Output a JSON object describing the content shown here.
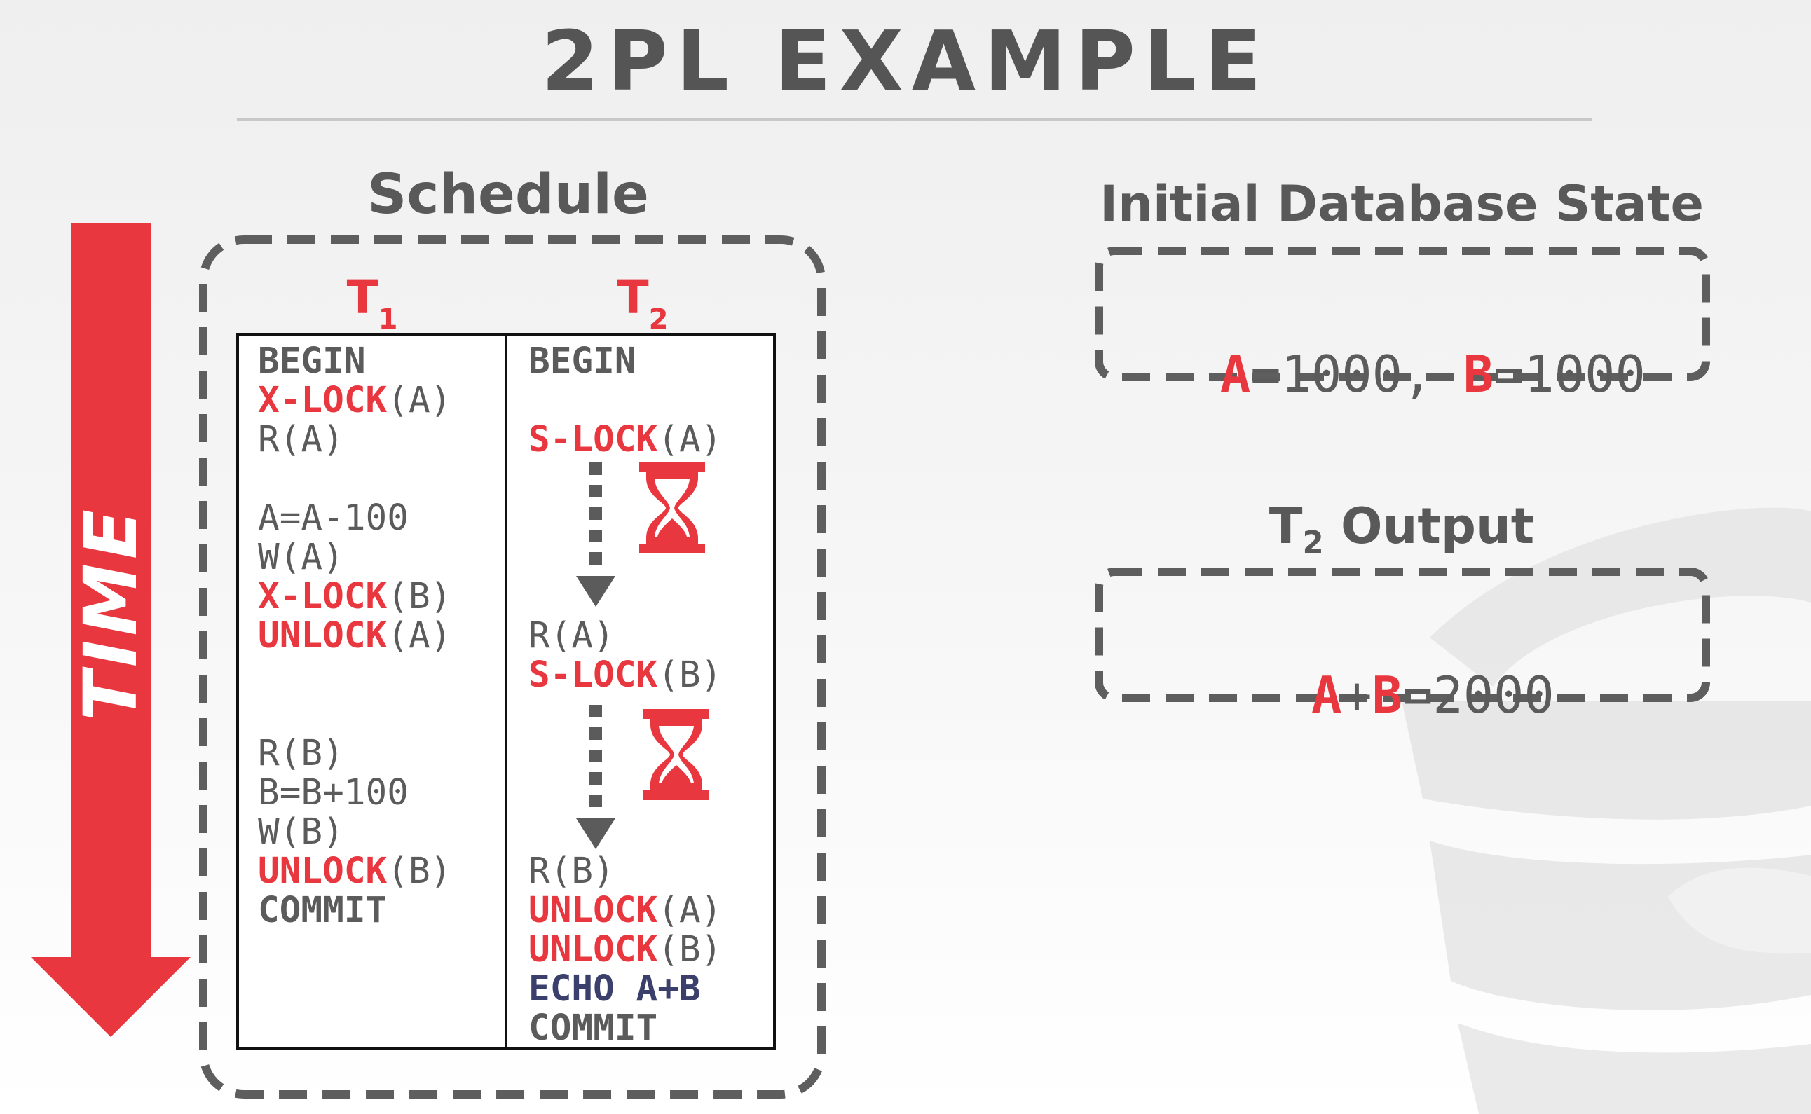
{
  "title": "2PL EXAMPLE",
  "schedule": {
    "heading": "Schedule",
    "time_label": "TIME",
    "t1": {
      "label": "T",
      "sub": "1"
    },
    "t2": {
      "label": "T",
      "sub": "2"
    },
    "t1_lines": [
      {
        "op": "BEGIN",
        "arg": ""
      },
      {
        "op": "X-LOCK",
        "arg": "(A)"
      },
      {
        "op": "",
        "arg": "R(A)"
      },
      {
        "op": "",
        "arg": "A=A-100"
      },
      {
        "op": "",
        "arg": "W(A)"
      },
      {
        "op": "X-LOCK",
        "arg": "(B)"
      },
      {
        "op": "UNLOCK",
        "arg": "(A)"
      },
      {
        "op": "",
        "arg": "R(B)"
      },
      {
        "op": "",
        "arg": "B=B+100"
      },
      {
        "op": "",
        "arg": "W(B)"
      },
      {
        "op": "UNLOCK",
        "arg": "(B)"
      },
      {
        "op": "COMMIT",
        "arg": ""
      }
    ],
    "t2_lines": [
      {
        "op": "BEGIN",
        "arg": ""
      },
      {
        "op": "S-LOCK",
        "arg": "(A)"
      },
      {
        "op": "",
        "arg": "R(A)"
      },
      {
        "op": "S-LOCK",
        "arg": "(B)"
      },
      {
        "op": "",
        "arg": "R(B)"
      },
      {
        "op": "UNLOCK",
        "arg": "(A)"
      },
      {
        "op": "UNLOCK",
        "arg": "(B)"
      },
      {
        "op": "ECHO A+B",
        "arg": ""
      },
      {
        "op": "COMMIT",
        "arg": ""
      }
    ],
    "wait_icon": "hourglass-icon"
  },
  "initial_state": {
    "heading": "Initial Database State",
    "a_name": "A",
    "a_value": "=1000, ",
    "b_name": "B",
    "b_value": "=1000"
  },
  "output": {
    "heading_main": "T",
    "heading_sub": "2",
    "heading_rest": " Output",
    "a_name": "A",
    "plus": "+",
    "b_name": "B",
    "value": "=2000"
  },
  "colors": {
    "accent": "#e8373f",
    "text": "#5b5b5b",
    "echo": "#3b3f6b",
    "dashes": "#5e5e5e"
  }
}
